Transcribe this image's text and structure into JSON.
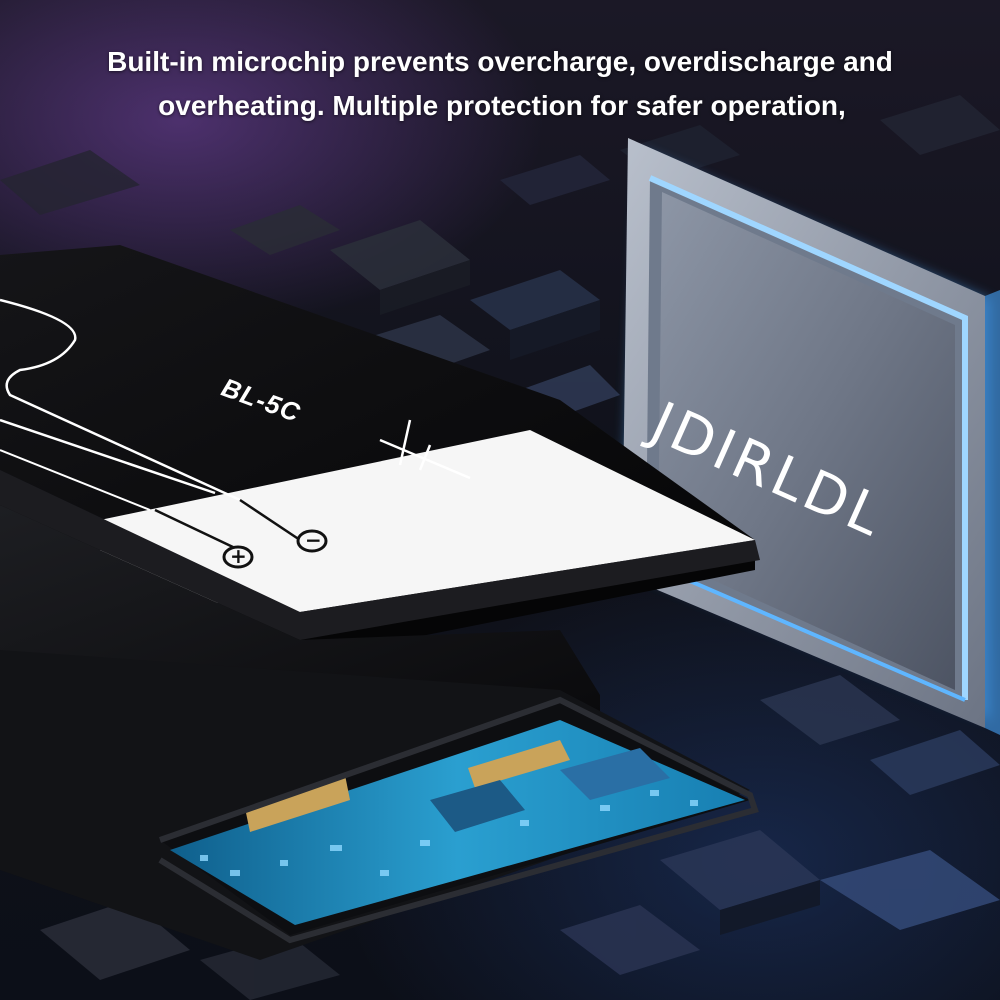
{
  "headline": {
    "line1": "Built-in microchip prevents overcharge, overdischarge and",
    "line2": "overheating. Multiple protection for safer operation,"
  },
  "battery": {
    "model_label": "BL-5C",
    "positive_symbol": "+",
    "negative_symbol": "−"
  },
  "chip": {
    "brand_label": "JDIRLDL"
  },
  "colors": {
    "chip_glow": "#4aa8ff",
    "pcb": "#1e7fb0",
    "battery_black": "#0d0d0f",
    "battery_white": "#f6f6f6"
  }
}
